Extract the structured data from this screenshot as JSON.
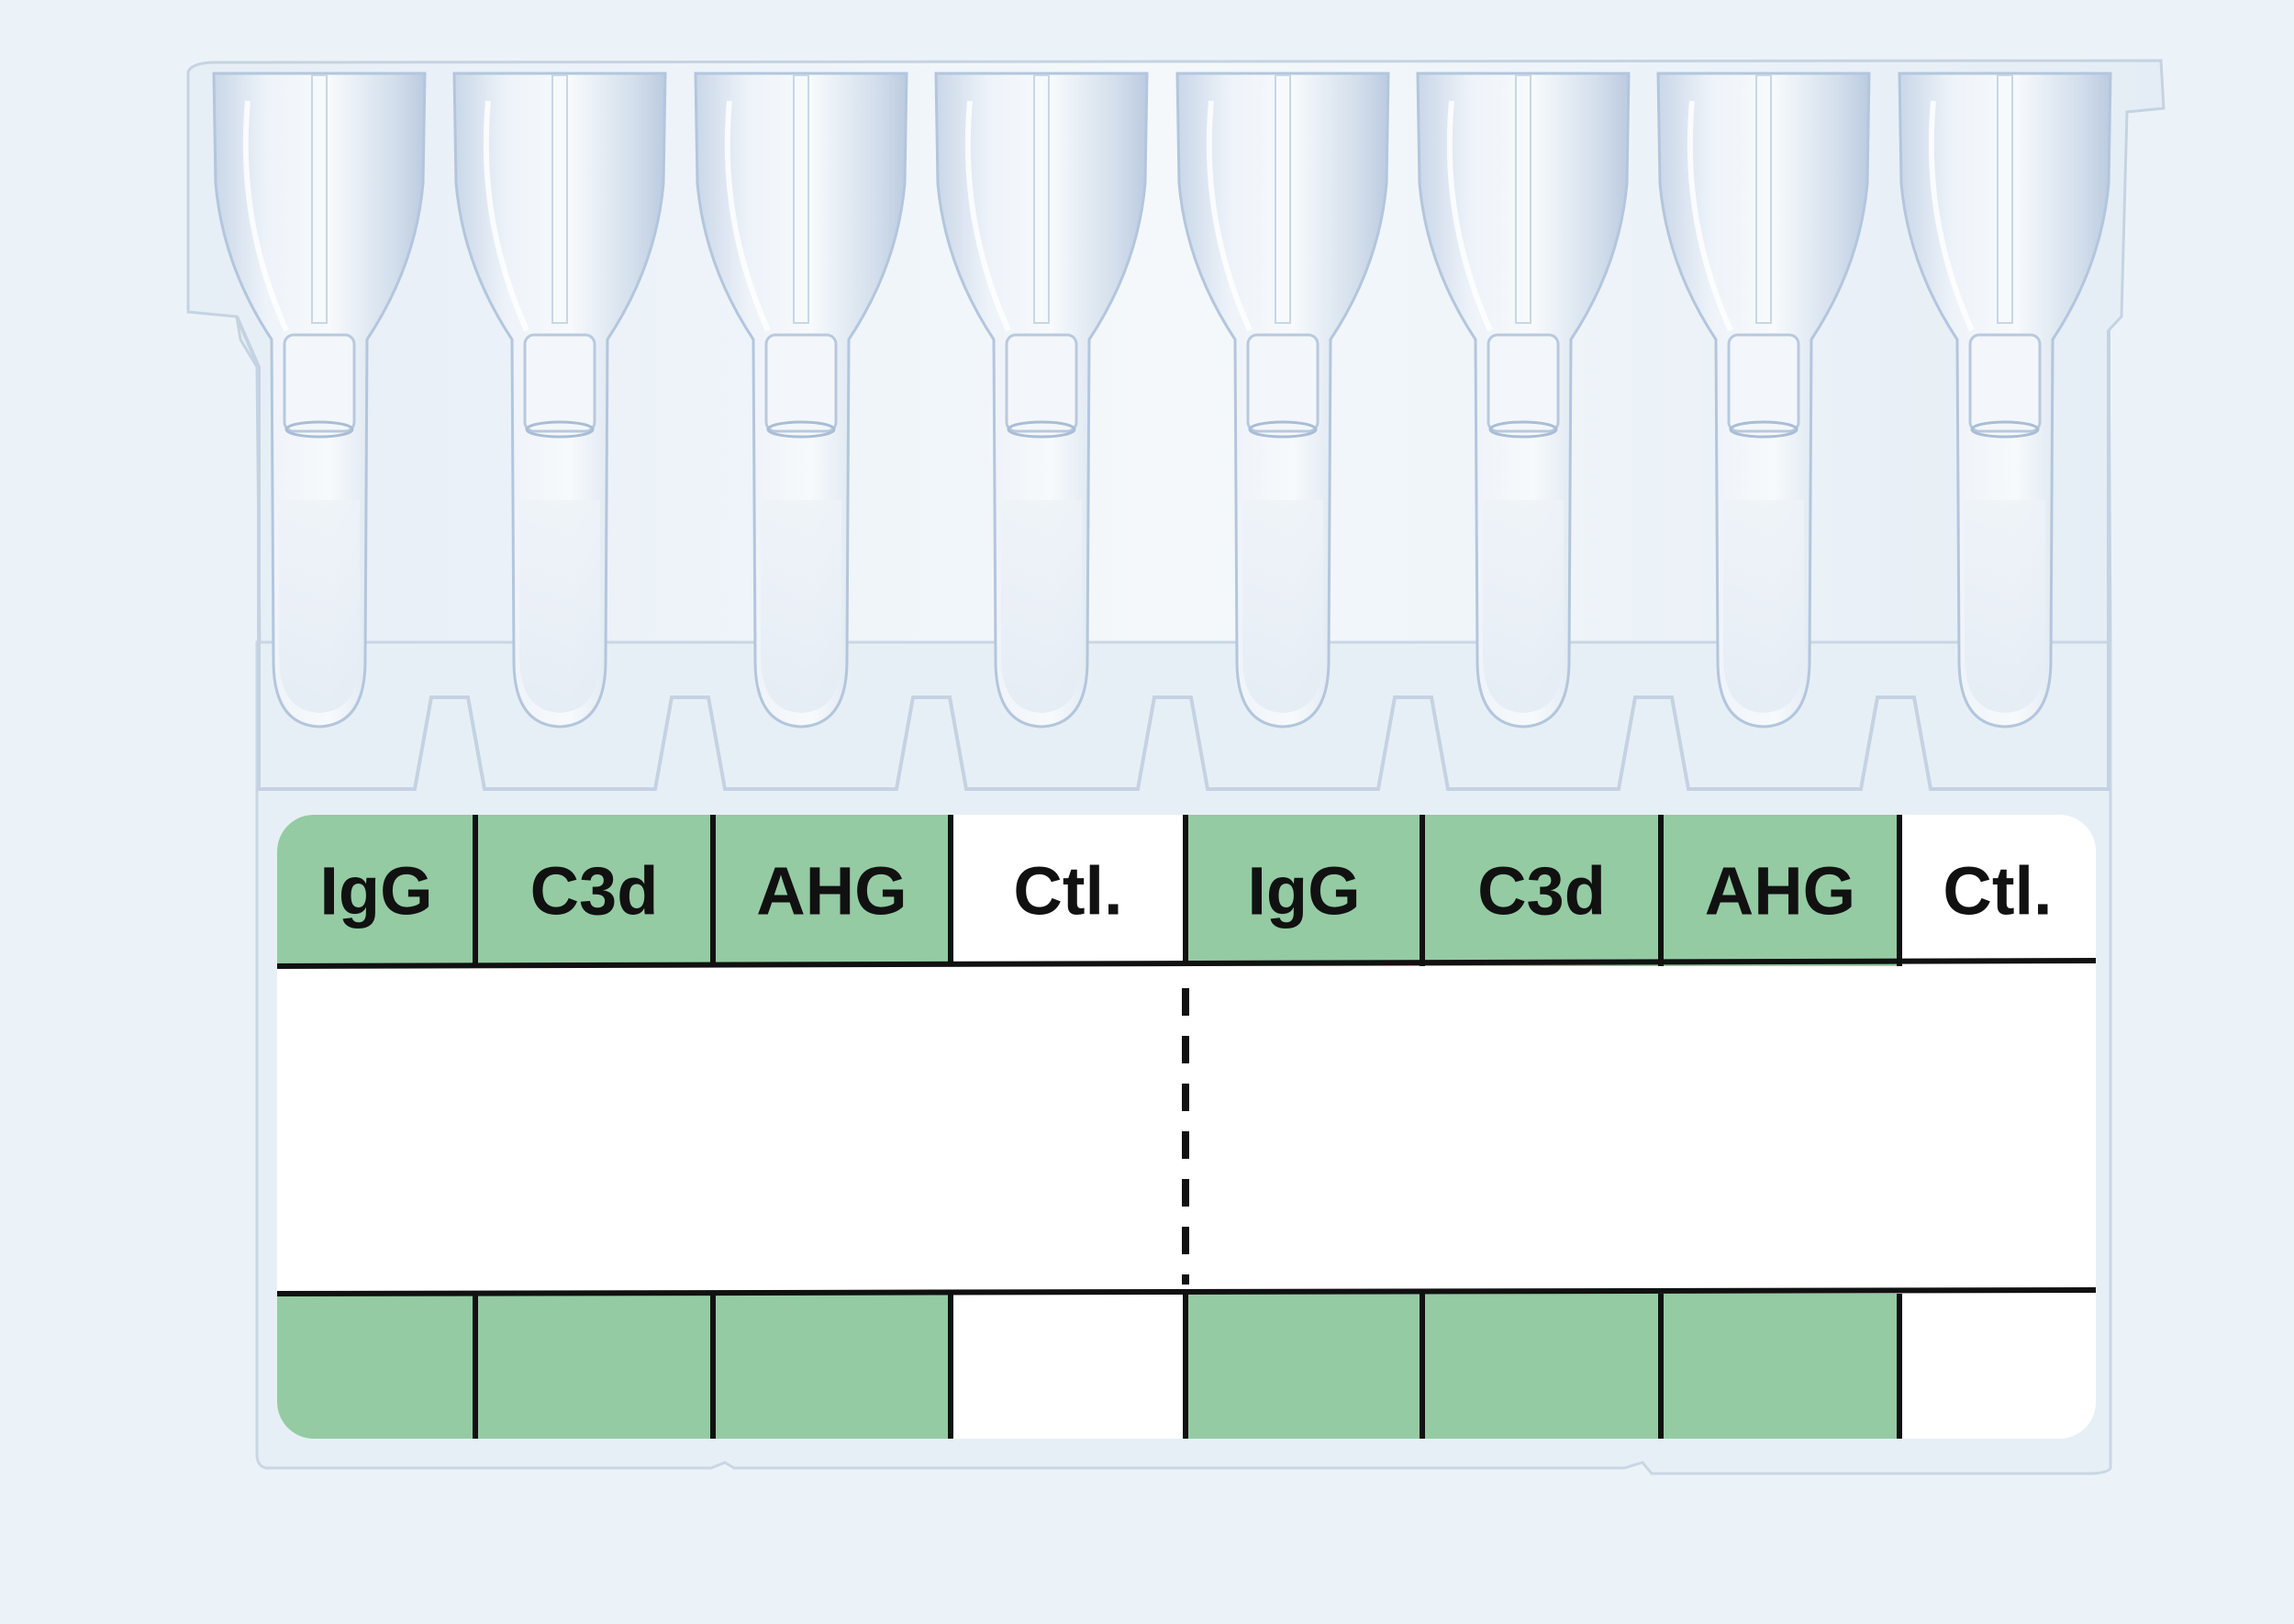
{
  "card": {
    "columns": [
      {
        "label": "IgG",
        "color": "#94cba3"
      },
      {
        "label": "C3d",
        "color": "#94cba3"
      },
      {
        "label": "AHG",
        "color": "#94cba3"
      },
      {
        "label": "Ctl.",
        "color": "#ffffff"
      },
      {
        "label": "IgG",
        "color": "#94cba3"
      },
      {
        "label": "C3d",
        "color": "#94cba3"
      },
      {
        "label": "AHG",
        "color": "#94cba3"
      },
      {
        "label": "Ctl.",
        "color": "#ffffff"
      }
    ],
    "colors": {
      "background": "#ecf3f8",
      "plastic": "#dfe9f3",
      "tube_edge": "#b3c6dd",
      "label_bg": "#ffffff",
      "grid_line": "#111111"
    }
  }
}
